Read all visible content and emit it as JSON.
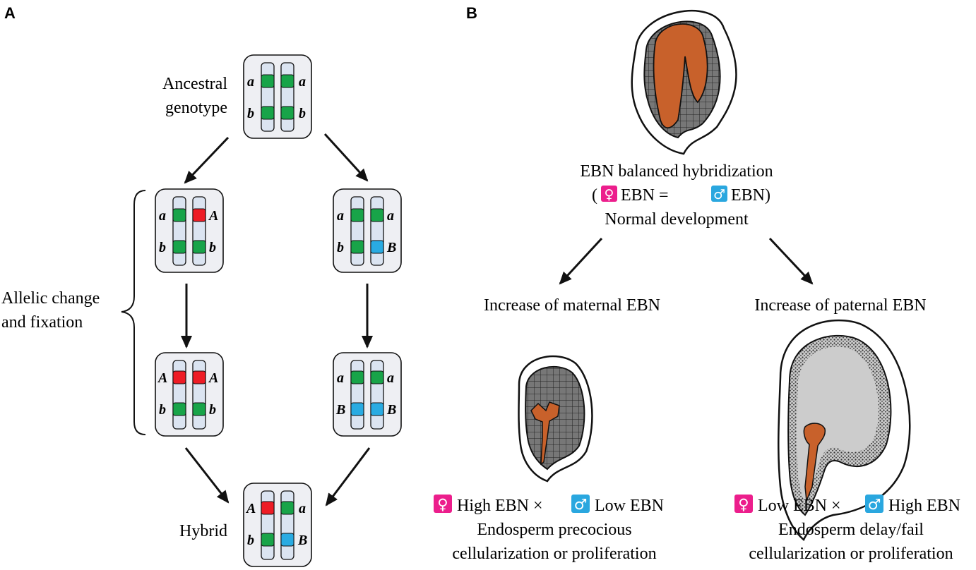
{
  "panels": {
    "a": "A",
    "b": "B"
  },
  "colors": {
    "green": "#18a449",
    "red": "#ee1c25",
    "blue": "#29abe2",
    "female": "#ec1e8c",
    "male": "#2aa7df",
    "embryo": "#c8612b",
    "box_fill": "#eeeff3",
    "chrom_fill": "#dbe4f1",
    "light_endosperm": "#cccccc"
  },
  "panel_a": {
    "ancestral_line1": "Ancestral",
    "ancestral_line2": "genotype",
    "allelic_line1": "Allelic change",
    "allelic_line2": "and fixation",
    "hybrid": "Hybrid",
    "allele_a": "a",
    "allele_A": "A",
    "allele_b": "b",
    "allele_B": "B"
  },
  "panel_b": {
    "balanced_title": "EBN balanced hybridization",
    "balanced_open": "(",
    "balanced_ebn_eq": "EBN =",
    "balanced_ebn_close": "EBN)",
    "balanced_result": "Normal development",
    "maternal_increase": "Increase of maternal EBN",
    "paternal_increase": "Increase of paternal EBN",
    "female_symbol": "♀",
    "male_symbol": "♂",
    "left_high": "High EBN ×",
    "left_low": "Low EBN",
    "left_line2": "Endosperm precocious",
    "left_line3": "cellularization or proliferation",
    "right_low": "Low EBN ×",
    "right_high": "High EBN",
    "right_line2": "Endosperm delay/fail",
    "right_line3": "cellularization or proliferation"
  }
}
